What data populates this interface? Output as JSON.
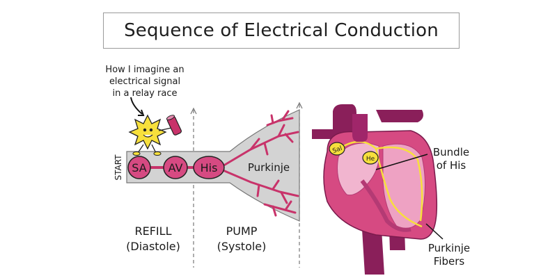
{
  "title": "Sequence of Electrical Conduction",
  "caption": [
    "How I imagine an",
    "electrical signal",
    "in a relay race"
  ],
  "start_label": "START",
  "nodes": {
    "sa": "SA",
    "av": "AV",
    "his": "His",
    "purkinje": "Purkinje"
  },
  "phases": {
    "refill": {
      "name": "REFILL",
      "sub": "(Diastole)"
    },
    "pump": {
      "name": "PUMP",
      "sub": "(Systole)"
    }
  },
  "heart_tags": {
    "sa": "Sal",
    "his": "He"
  },
  "heart_labels": {
    "bundle": [
      "Bundle",
      "of His"
    ],
    "purkinje_fibers": [
      "Purkinje",
      "Fibers"
    ]
  },
  "colors": {
    "accent": "#c8336a",
    "dark_magenta": "#8a1f5a",
    "heart_pink": "#e06a9a",
    "light_pink": "#f1b5cf",
    "yellow": "#f7e03c",
    "gray_panel": "#d3d3d3"
  }
}
